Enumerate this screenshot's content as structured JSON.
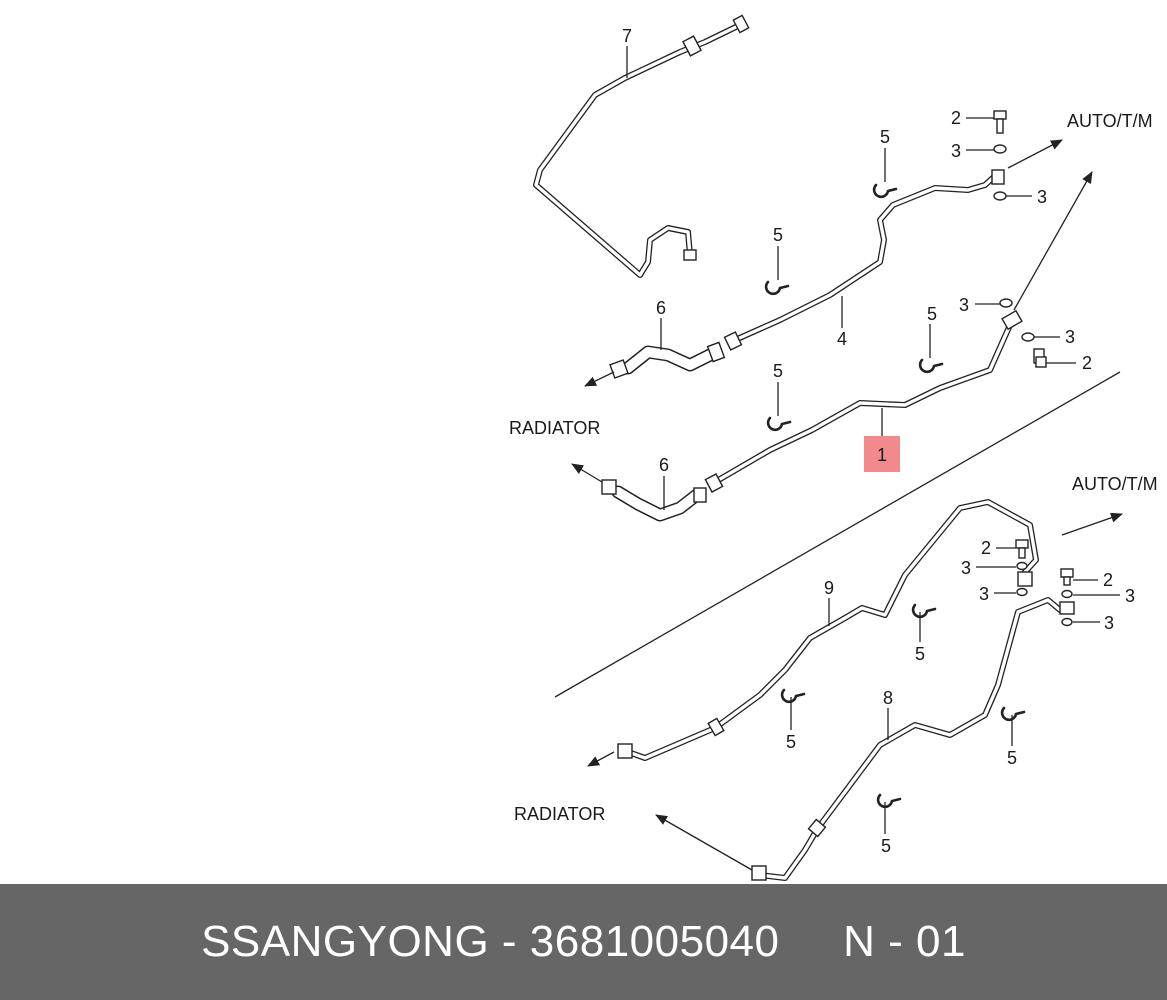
{
  "diagram": {
    "callouts": {
      "c7": "7",
      "c5a": "5",
      "c2a": "2",
      "c3a": "3",
      "c3b": "3",
      "c5b": "5",
      "c6a": "6",
      "c4": "4",
      "c3c": "3",
      "c5c": "5",
      "c3d": "3",
      "c2b": "2",
      "c5d": "5",
      "c1": "1",
      "c6b": "6",
      "c9": "9",
      "c2c": "2",
      "c3e": "3",
      "c3f": "3",
      "c2d": "2",
      "c3g": "3",
      "c3h": "3",
      "c5e": "5",
      "c5f": "5",
      "c8": "8",
      "c5g": "5",
      "c5h": "5"
    },
    "directions": {
      "auto_top": "AUTO/T/M",
      "radiator_top": "RADIATOR",
      "auto_bottom": "AUTO/T/M",
      "radiator_bottom": "RADIATOR"
    },
    "highlight_color": "#f4898d"
  },
  "footer": {
    "text": "SSANGYONG - 3681005040     N - 01",
    "background": "#666666"
  }
}
